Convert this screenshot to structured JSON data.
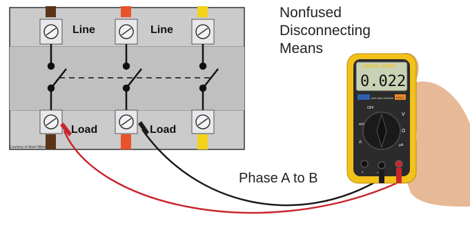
{
  "title_lines": [
    "Nonfused",
    "Disconnecting",
    "Means"
  ],
  "terminal_labels": {
    "line_1": "Line",
    "line_2": "Line",
    "load_1": "Load",
    "load_2": "Load"
  },
  "credit": "Courtesy of Mark Hilbert",
  "measurement_label": "Phase A to B",
  "meter": {
    "brand": "DIGITAL",
    "model": "METER",
    "reading": "0.022",
    "buttons": [
      "MIN MAX",
      "RANGE",
      "HOLD"
    ],
    "dial_labels": [
      "OFF",
      "V",
      "Ω",
      "A",
      "μA",
      "mV"
    ],
    "jacks": [
      "A",
      "COM",
      "VΩ"
    ]
  },
  "colors": {
    "phase_a": "#5a3418",
    "phase_b": "#e8532b",
    "phase_c": "#f2d21b",
    "meter_case": "#f2c21a",
    "meter_body": "#2b2b2b",
    "lcd": "#c9d2b4",
    "red_lead": "#c9262c",
    "black_lead": "#1b1b1b",
    "panel_gray": "#c8c8c8"
  }
}
